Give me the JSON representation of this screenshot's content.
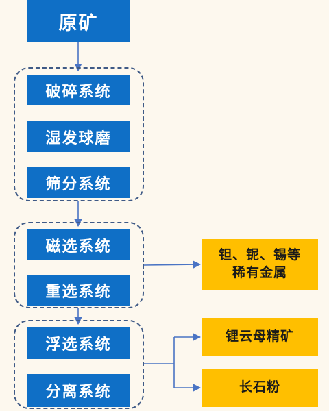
{
  "nodes": {
    "raw_ore": "原矿",
    "crushing": "破碎系统",
    "wet_ball_milling": "湿发球磨",
    "screening": "筛分系统",
    "magnetic_separation": "磁选系统",
    "gravity_separation": "重选系统",
    "flotation": "浮选系统",
    "separation": "分离系统"
  },
  "outputs": {
    "rare_metals_line1": "钽、铌、锡等",
    "rare_metals_line2": "稀有金属",
    "lepidolite_concentrate": "锂云母精矿",
    "feldspar_powder": "长石粉"
  },
  "colors": {
    "background": "#fdf8ee",
    "process_box": "#0f6fc6",
    "output_box": "#ffbf00",
    "group_border": "#3f5a86",
    "connector": "#4a74c4"
  }
}
